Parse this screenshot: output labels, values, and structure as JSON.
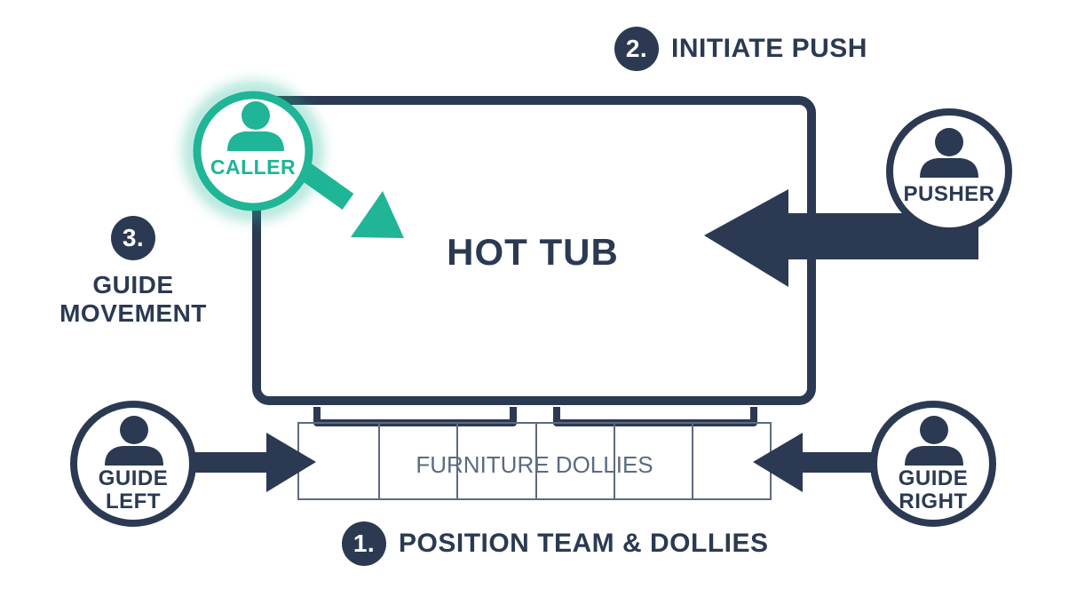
{
  "tub": {
    "label": "HOT TUB"
  },
  "dollies": {
    "label": "FURNITURE DOLLIES"
  },
  "steps": [
    {
      "number": "1.",
      "text": "POSITION TEAM & DOLLIES"
    },
    {
      "number": "2.",
      "text": "INITIATE PUSH"
    },
    {
      "number": "3.",
      "text": "GUIDE MOVEMENT",
      "line1": "GUIDE",
      "line2": "MOVEMENT"
    }
  ],
  "roles": {
    "caller": {
      "label": "CALLER"
    },
    "pusher": {
      "label": "PUSHER"
    },
    "guide_left": {
      "line1": "GUIDE",
      "line2": "LEFT"
    },
    "guide_right": {
      "line1": "GUIDE",
      "line2": "RIGHT"
    }
  },
  "colors": {
    "navy": "#2b3a52",
    "teal": "#1fb596",
    "grid": "#5c6b80"
  }
}
